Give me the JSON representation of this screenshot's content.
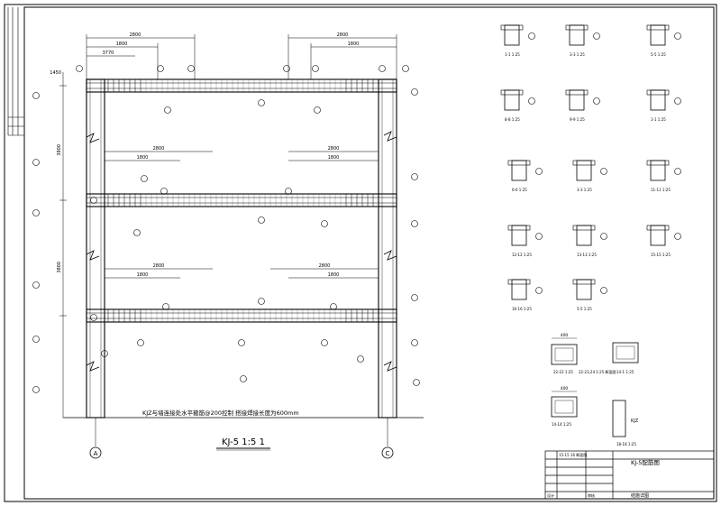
{
  "drawing": {
    "note": "KJZ与墙连接处水平箍筋@200控制  搭接焊接长度为600mm",
    "title": "KJ-5 1:5 1",
    "axis_a": "A",
    "axis_b": "C"
  },
  "dims": {
    "top_a": "2800",
    "top_b": "1800",
    "top_c": "3770",
    "top_d": "2800",
    "top_e": "1800",
    "mid_a": "2800",
    "mid_b": "1800",
    "mid_c": "2800",
    "mid_d": "1800",
    "low_a": "2800",
    "low_b": "1800",
    "low_c": "2800",
    "low_d": "1800",
    "left_1": "1450",
    "left_2": "3800",
    "left_3": "3800",
    "small_1": "400",
    "small_2": "400"
  },
  "sections": {
    "s1": "1-1 1:25",
    "s2": "3-3 1:25",
    "s3": "5-5 1:25",
    "s4": "8-8 1:25",
    "s5": "9-9 1:25",
    "s6": "1-1 1:25",
    "s7": "6-6 1:25",
    "s8": "3-3 1:25",
    "s9": "11-11 1:25",
    "s10": "12-12 1:25",
    "s11": "13-13 1:25",
    "s12": "15-15 1:25",
    "s13": "16-16 1:25",
    "s14": "5-5 1:25",
    "col1": "22-22 1:25",
    "col2": "22-23,24 1:25 断面图",
    "col3": "14-1 1:25",
    "col4": "14-14 1:25",
    "col5": "18-18 1:25",
    "col_label": "KJZ"
  },
  "title_block": {
    "drawing_name": "KJ-5配筋图",
    "design_label": "设计",
    "check_label": "审核",
    "sheet_label": "结施详图",
    "title_note": "15-15 16 断面图"
  },
  "sidebar": {
    "rows": [
      "",
      "",
      "",
      "",
      "",
      ""
    ]
  }
}
